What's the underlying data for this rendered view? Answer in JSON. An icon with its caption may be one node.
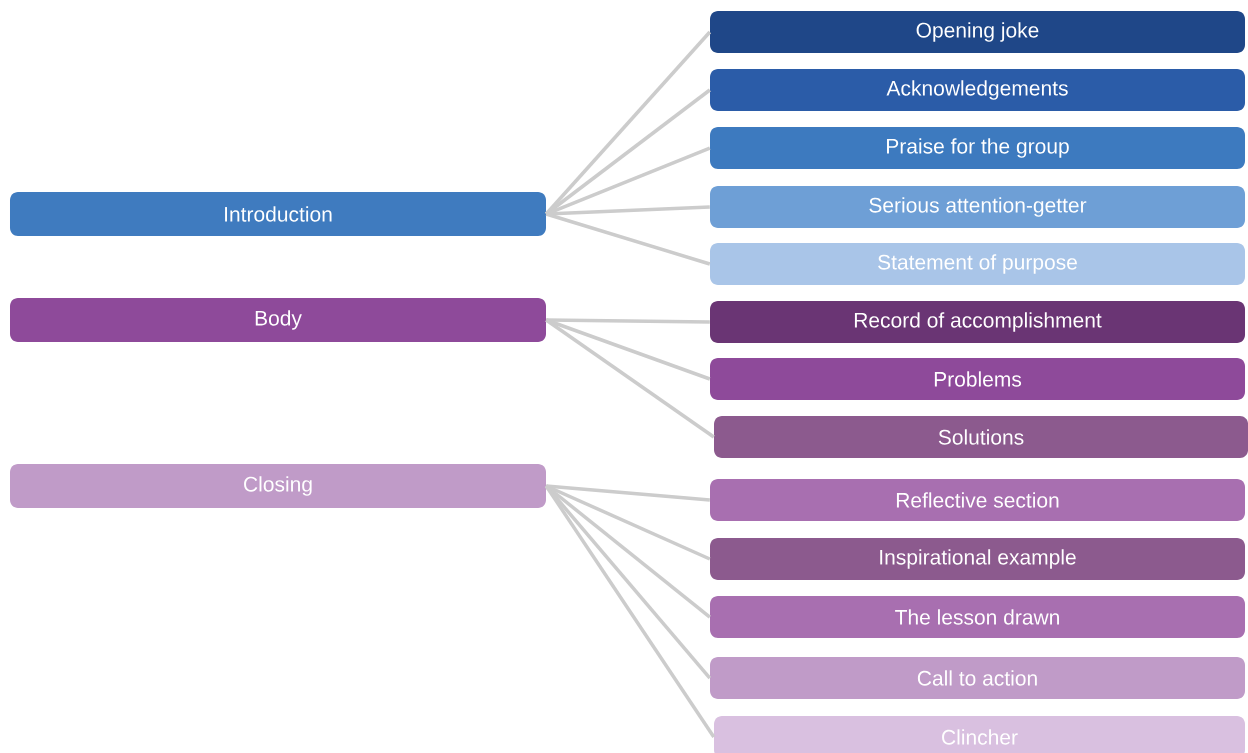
{
  "diagram": {
    "nodes": [
      {
        "text": [
          "Introduction"
        ]
      },
      {
        "text": [
          "Body"
        ]
      },
      {
        "text": [
          "Closing"
        ]
      },
      {
        "text": [
          "Opening joke"
        ]
      },
      {
        "text": [
          "Acknowledgements"
        ]
      },
      {
        "text": [
          "Praise for the group"
        ]
      },
      {
        "text": [
          "Serious attention-getter"
        ]
      },
      {
        "text": [
          "Statement of purpose"
        ]
      },
      {
        "text": [
          "Record of accomplishment"
        ]
      },
      {
        "text": [
          "Problems"
        ]
      },
      {
        "text": [
          "Solutions"
        ]
      },
      {
        "text": [
          "Reflective section"
        ]
      },
      {
        "text": [
          "Inspirational example"
        ]
      },
      {
        "text": [
          "The lesson drawn"
        ]
      },
      {
        "text": [
          "Call to action"
        ]
      },
      {
        "text": [
          "Clincher"
        ]
      }
    ],
    "edges": [
      {
        "from": 0,
        "to": 3,
        "arrow": "none"
      },
      {
        "from": 0,
        "to": 4,
        "arrow": "none"
      },
      {
        "from": 0,
        "to": 5,
        "arrow": "none"
      },
      {
        "from": 0,
        "to": 6,
        "arrow": "none"
      },
      {
        "from": 0,
        "to": 7,
        "arrow": "none"
      },
      {
        "from": 1,
        "to": 8,
        "arrow": "none"
      },
      {
        "from": 1,
        "to": 9,
        "arrow": "none"
      },
      {
        "from": 1,
        "to": 10,
        "arrow": "none"
      },
      {
        "from": 2,
        "to": 11,
        "arrow": "none"
      },
      {
        "from": 2,
        "to": 12,
        "arrow": "none"
      },
      {
        "from": 2,
        "to": 13,
        "arrow": "none"
      },
      {
        "from": 2,
        "to": 14,
        "arrow": "none"
      },
      {
        "from": 2,
        "to": 15,
        "arrow": "none"
      }
    ]
  }
}
